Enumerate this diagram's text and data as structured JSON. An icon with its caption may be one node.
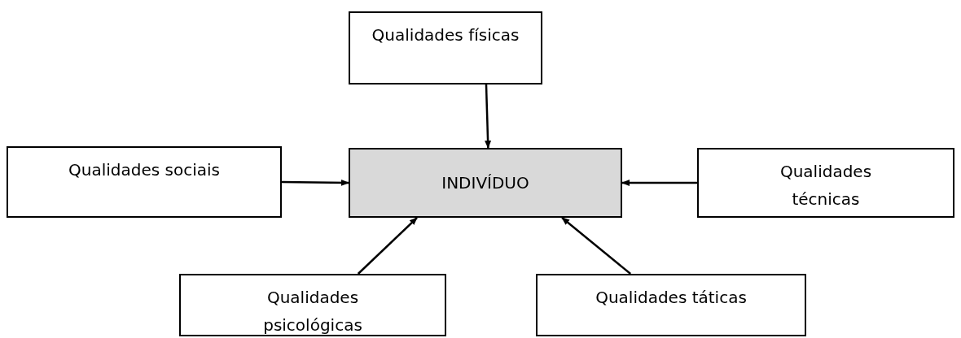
{
  "diagram": {
    "nodes": [
      {
        "text": [
          "Qualidades físicas"
        ]
      },
      {
        "text": [
          "Qualidades sociais"
        ]
      },
      {
        "text": [
          "INDIVÍDUO"
        ]
      },
      {
        "text": [
          "Qualidades técnicas"
        ]
      },
      {
        "text": [
          "Qualidades psicológicas"
        ]
      },
      {
        "text": [
          "Qualidades táticas"
        ]
      }
    ],
    "edges": [
      {
        "from": 0,
        "to": 2,
        "arrow": "to"
      },
      {
        "from": 1,
        "to": 2,
        "arrow": "to"
      },
      {
        "from": 3,
        "to": 2,
        "arrow": "to"
      },
      {
        "from": 4,
        "to": 2,
        "arrow": "to"
      },
      {
        "from": 5,
        "to": 2,
        "arrow": "to"
      }
    ]
  }
}
